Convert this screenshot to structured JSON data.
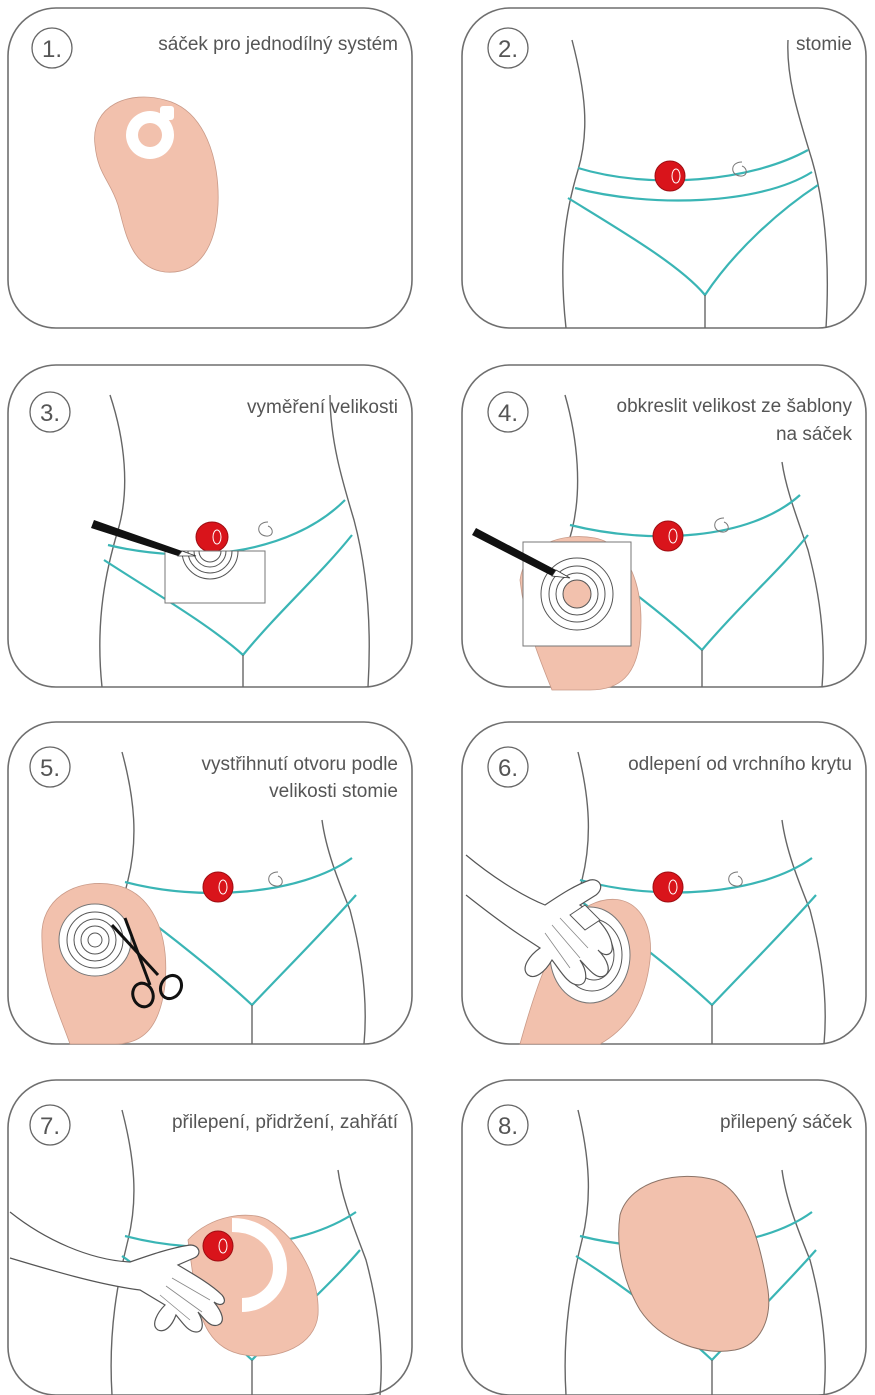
{
  "colors": {
    "skin_pouch": "#f2c1ad",
    "stoma": "#d9141b",
    "stoma_dark": "#9e0d12",
    "underwear_line": "#3ab5b5",
    "outline": "#666666"
  },
  "panels": [
    {
      "number": "1.",
      "caption_lines": [
        "sáček pro jednodílný systém"
      ]
    },
    {
      "number": "2.",
      "caption_lines": [
        "stomie"
      ]
    },
    {
      "number": "3.",
      "caption_lines": [
        "vyměření velikosti"
      ]
    },
    {
      "number": "4.",
      "caption_lines": [
        "obkreslit velikost ze šablony",
        "na sáček"
      ]
    },
    {
      "number": "5.",
      "caption_lines": [
        "vystřihnutí otvoru podle",
        "velikosti stomie"
      ]
    },
    {
      "number": "6.",
      "caption_lines": [
        "odlepení od vrchního krytu"
      ]
    },
    {
      "number": "7.",
      "caption_lines": [
        "přilepení, přidržení, zahřátí"
      ]
    },
    {
      "number": "8.",
      "caption_lines": [
        "přilepený sáček"
      ]
    }
  ],
  "icons": {
    "pouch": "pouch-icon",
    "stoma": "stoma-icon",
    "navel": "navel-icon",
    "template": "measuring-template-icon",
    "pen": "pen-icon",
    "scissors": "scissors-icon",
    "hand": "hand-icon"
  }
}
